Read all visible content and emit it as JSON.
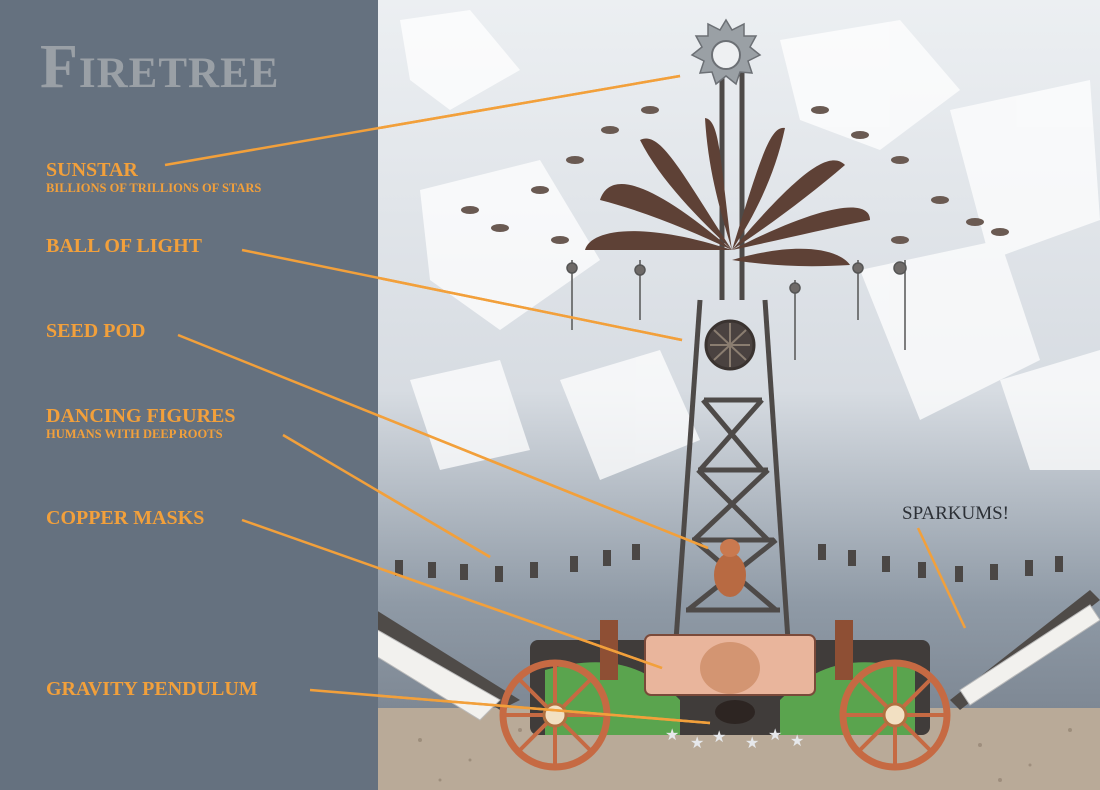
{
  "title": "Firetree",
  "labels": [
    {
      "id": "sunstar",
      "main": "Sunstar",
      "sub": "Billions of trillions of stars"
    },
    {
      "id": "ball-of-light",
      "main": "Ball of Light",
      "sub": ""
    },
    {
      "id": "seed-pod",
      "main": "Seed Pod",
      "sub": ""
    },
    {
      "id": "dancing-figures",
      "main": "Dancing Figures",
      "sub": "Humans with deep roots"
    },
    {
      "id": "copper-masks",
      "main": "Copper Masks",
      "sub": ""
    },
    {
      "id": "gravity-pendulum",
      "main": "Gravity Pendulum",
      "sub": ""
    }
  ],
  "callout": "Sparkums!",
  "colors": {
    "panel": "#65717f",
    "title": "#9aa0a6",
    "label": "#f2a03b",
    "leader": "#f2a03b",
    "rust": "#5e4136",
    "copper": "#c9794f",
    "ground": "#b9aa98"
  }
}
